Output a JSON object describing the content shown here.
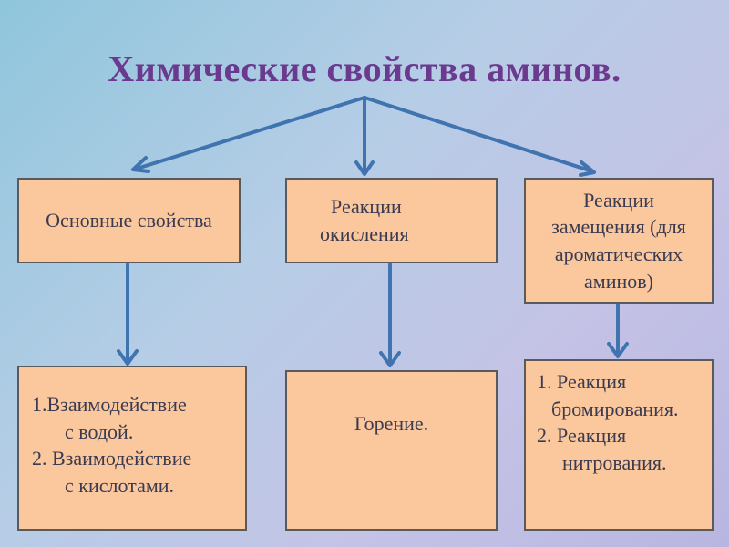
{
  "title": "Химические свойства аминов.",
  "boxes": {
    "basic": "Основные свойства",
    "oxidation": [
      "Реакции",
      "окисления"
    ],
    "substitution": [
      "Реакции",
      "замещения (для",
      "ароматических",
      "аминов)"
    ],
    "basic_detail": [
      "1.Взаимодействие",
      "с водой.",
      "2. Взаимодействие",
      "с кислотами."
    ],
    "oxidation_detail": "Горение.",
    "substitution_detail": [
      "1. Реакция",
      "бромирования.",
      "2. Реакция",
      "нитрования."
    ]
  },
  "colors": {
    "box_fill": "#fbc79d",
    "arrow": "#3f74b0",
    "title": "#6b3a8e"
  }
}
